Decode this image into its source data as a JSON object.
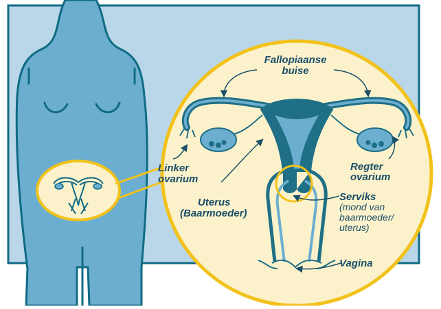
{
  "labels": {
    "fallopian": [
      "Fallopiaanse",
      "buise"
    ],
    "left_ovary": [
      "Linker",
      "ovarium"
    ],
    "right_ovary": [
      "Regter",
      "ovarium"
    ],
    "uterus": [
      "Uterus",
      "(Baarmoeder)"
    ],
    "cervix_title": "Serviks",
    "cervix_desc": [
      "(mond van",
      "baarmoeder/",
      "uterus)"
    ],
    "vagina": "Vagina"
  },
  "colors": {
    "panel": "#b9d7e8",
    "panel_border": "#116a86",
    "body_fill": "#6caecf",
    "body_line": "#0f6b84",
    "organ_fill": "#1f6f86",
    "organ_light": "#6caecf",
    "circle_fill": "#fbf2cc",
    "circle_border": "#f2c21b",
    "label": "#1b4e68"
  }
}
